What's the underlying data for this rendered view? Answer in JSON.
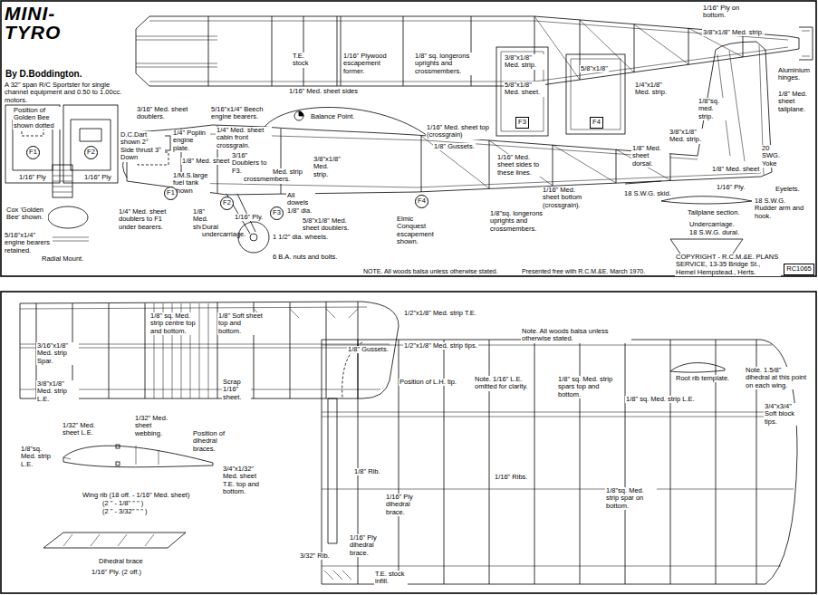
{
  "diagram": {
    "title": "MINI- TYRO",
    "nodes": [
      {
        "text": [
          "F1"
        ]
      },
      {
        "text": [
          "F2"
        ]
      },
      {
        "text": [
          "F1"
        ]
      },
      {
        "text": [
          "F2"
        ]
      },
      {
        "text": [
          "F3"
        ]
      },
      {
        "text": [
          "F4"
        ]
      },
      {
        "text": [
          "F3"
        ]
      },
      {
        "text": [
          "F4"
        ]
      },
      {
        "text": [
          "RC1065"
        ]
      }
    ],
    "labels": [
      "By D.Boddington.",
      "A 32\" span R/C Sportster for single channel equipment and 0.50 to 1.00cc. motors.",
      "Position of Golden Bee shown dotted",
      "1/16\" Ply",
      "1/16\" Ply",
      "D.C.Dart shown 2° Side thrust 3° Down",
      "Cox 'Golden Bee' shown.",
      "5/16\"x1/4\" engine bearers retained.",
      "Radial Mount.",
      "3/16\" Med. sheet doublers.",
      "5/16\"x1/4\" Beech engine bearers.",
      "1/4\" Poplin engine plate.",
      "1/4\" Med. sheet cabin front crossgrain.",
      "1/8\" Med. sheet",
      "T.E. stock",
      "1/16\" Plywood escapement former.",
      "1/8\" sq. longerons uprights and crossmembers.",
      "1/16\" Med. sheet sides",
      "Balance Point.",
      "1/16\" Med. sheet top (crossgrain)",
      "1/8\" Gussets.",
      "3/8\"x1/8\" Med. strip.",
      "5/8\"x1/8\" Med. sheet.",
      "5/8\"x1/8\"",
      "1/16\" Ply on bottom.",
      "3/8\"x1/8\" Med. strip.",
      "Aluminium hinges.",
      "1/4\"x1/8\" Med. strip.",
      "1/8\"sq. med. strip.",
      "1/8\" Med. sheet tailplane.",
      "20 SWG. Yoke",
      "3/8\"x1/8\" Med. strip.",
      "1/8\" Med. sheet dorsal.",
      "1/8\" Med. sheet",
      "1/16\" Ply.",
      "Eyelets.",
      "18 S.W.G. Rudder arm and hook.",
      "Tailplane section.",
      "Undercarriage.",
      "18 S.W.G. dural.",
      "1/16\" Med. sheet bottom (crossgrain).",
      "18 S.W.G. skid.",
      "1/16\" Med. sheet sides to these lines.",
      "1/8\"sq. longerons uprights and crossmembers.",
      "Elmic Conquest escapement shown.",
      "5/8\"x1/8\" Med. sheet doublers.",
      "All dowels 1/8\" dia.",
      "3/8\"x1/8\" Med. strip crossmembers.",
      "3/8\"x1/8\" Med. strip.",
      "3/16\" Doublers to F3.",
      "1/M.S.large fuel tank shown",
      "1/4\" Med. sheet doublers to F1 under bearers.",
      "1/8\" Med. sheet",
      "1/16\" Ply.",
      "Dural undercarriage.",
      "1 1/2\" dia. wheels.",
      "6 B.A. nuts and bolts.",
      "NOTE. All woods balsa unless otherwise stated.",
      "Presented free with R.C.M.&E. March 1970.",
      "COPYRIGHT - R.C.M.&E. PLANS SERVICE, 13-35 Bridge St., Hemel Hempstead., Herts.",
      "1/8\" sq. Med. strip centre top and bottom.",
      "1/8\" Soft sheet top and bottom.",
      "3/16\"x1/8\" Med. strip Spar.",
      "3/8\"x1/8\" Med. strip L.E.",
      "Scrap 1/16\" sheet.",
      "1/8\" Gussets.",
      "1/2\"x1/8\" Med. strip T.E.",
      "1/2\"x1/8\" Med. strip tips.",
      "Position of L.H. tip.",
      "1/32\" Med. sheet L.E.",
      "1/32\" Med. sheet webbing.",
      "Position of dihedral braces.",
      "1/8\"sq. Med. strip L.E.",
      "3/4\"x1/32\" Med. sheet T.E. top and bottom.",
      "Wing rib (18 off. - 1/16\" Med. sheet)",
      "(2 \" - 1/8\" \" \" )",
      "(2 \" - 3/32\" \" \" )",
      "Dihedral brace",
      "1/16\" Ply. (2 off.)",
      "Note. All woods balsa unless otherwise stated.",
      "Note. 1/16\" L.E. omitted for clarity.",
      "1/8\" sq. Med. strip spars top and bottom.",
      "1/8\" sq. Med. strip L.E.",
      "Root rib template.",
      "Note. 1.5/8\" dihedral at this point on each wing.",
      "3/4\"x3/4\" Soft block tips.",
      "1/8\" Rib.",
      "1/16\" Ply dihedral brace.",
      "1/16\" Ribs.",
      "1/8\"sq. Med. strip spar on bottom.",
      "1/16\" Ply dihedral brace.",
      "3/32\" Rib.",
      "T.E. stock infill."
    ]
  }
}
